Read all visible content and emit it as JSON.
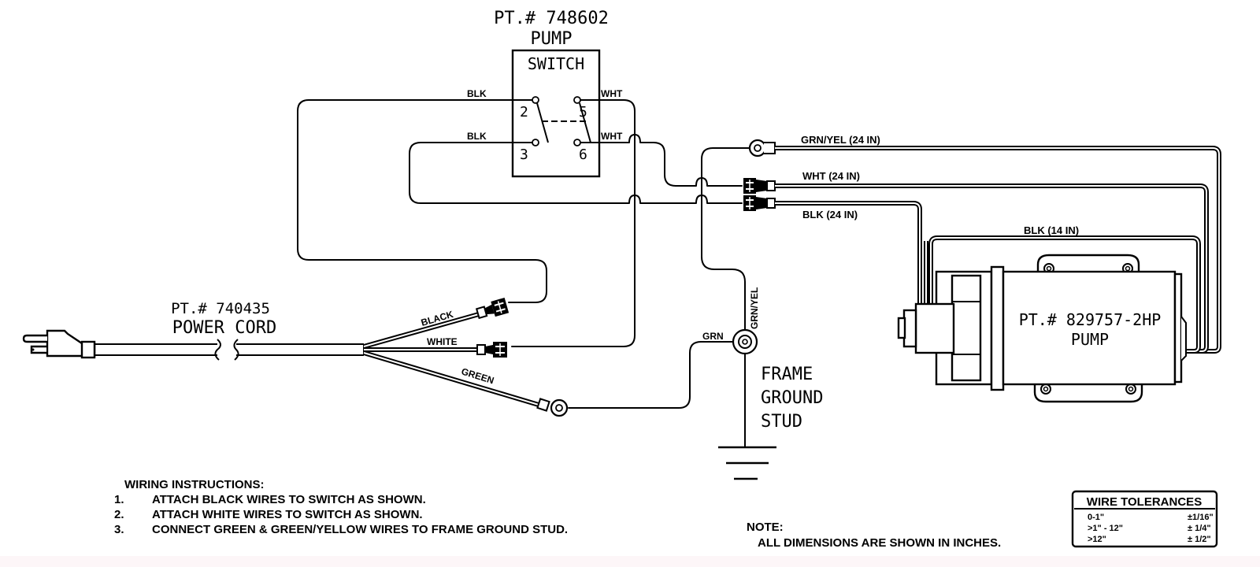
{
  "switch": {
    "part_no": "PT.# 748602",
    "name": "PUMP",
    "box_label": "SWITCH",
    "terminals": [
      "2",
      "3",
      "5",
      "6"
    ],
    "wire_labels": {
      "t2": "BLK",
      "t3": "BLK",
      "t5": "WHT",
      "t6": "WHT"
    }
  },
  "pump_leads": {
    "ground": "GRN/YEL (24 IN)",
    "white": "WHT (24 IN)",
    "black": "BLK (24 IN)",
    "black_short": "BLK (14 IN)"
  },
  "pump": {
    "part_no": "PT.# 829757-2HP",
    "name": "PUMP"
  },
  "power_cord": {
    "part_no": "PT.# 740435",
    "name": "POWER CORD",
    "wires": [
      "BLACK",
      "WHITE",
      "GREEN"
    ]
  },
  "ground_stud": {
    "lines": [
      "FRAME",
      "GROUND",
      "STUD"
    ],
    "grn_label": "GRN",
    "grnyel_label": "GRN/YEL"
  },
  "instructions": {
    "title": "WIRING INSTRUCTIONS:",
    "items": [
      {
        "num": "1.",
        "text": "ATTACH BLACK WIRES TO SWITCH AS SHOWN."
      },
      {
        "num": "2.",
        "text": "ATTACH WHITE WIRES TO SWITCH AS SHOWN."
      },
      {
        "num": "3.",
        "text": "CONNECT GREEN & GREEN/YELLOW WIRES TO FRAME GROUND STUD."
      }
    ]
  },
  "note": {
    "title": "NOTE:",
    "text": "ALL DIMENSIONS ARE SHOWN IN INCHES."
  },
  "tolerances": {
    "title": "WIRE TOLERANCES",
    "rows": [
      {
        "range": "0-1\"",
        "tol": "±1/16\""
      },
      {
        "range": ">1\" - 12\"",
        "tol": "± 1/4\""
      },
      {
        "range": ">12\"",
        "tol": "± 1/2\""
      }
    ]
  }
}
